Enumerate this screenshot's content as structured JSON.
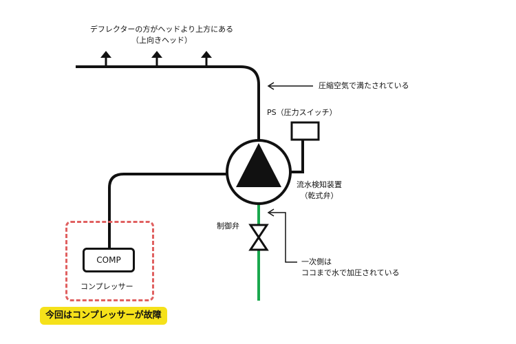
{
  "labels": {
    "deflector_line1": "デフレクターの方がヘッドより上方にある",
    "deflector_line2": "（上向きヘッド）",
    "compressed_air": "圧縮空気で満たされている",
    "pressure_switch": "PS（圧力スイッチ）",
    "flow_detector_line1": "流水検知装置",
    "flow_detector_line2": "（乾式弁）",
    "control_valve": "制御弁",
    "primary_side_line1": "一次側は",
    "primary_side_line2": "ココまで水で加圧されている",
    "compressor_box": "COMP",
    "compressor_caption": "コンプレッサー",
    "failure_note": "今回はコンプレッサーが故障"
  },
  "colors": {
    "pipe": "#111111",
    "water_pipe": "#1aa84e",
    "dashed_border": "#e06060",
    "note_highlight": "#f5e11a"
  }
}
